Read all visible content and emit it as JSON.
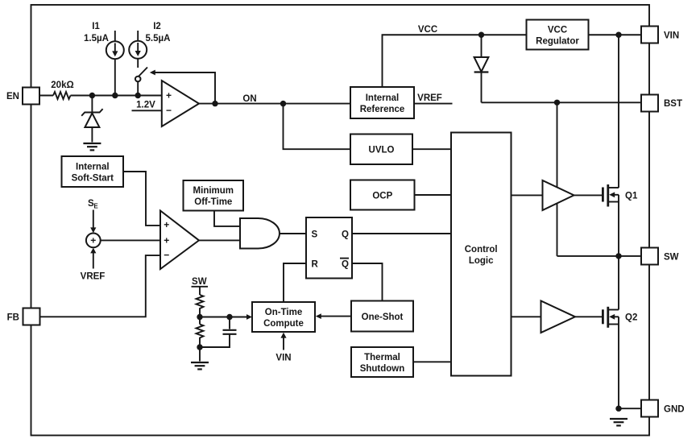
{
  "figure_type": "functional-block-diagram",
  "subject": "switching regulator IC internal block diagram",
  "colors": {
    "ink": "#161616",
    "background": "#ffffff"
  },
  "pins": {
    "en": {
      "label": "EN"
    },
    "fb": {
      "label": "FB"
    },
    "vin": {
      "label": "VIN"
    },
    "bst": {
      "label": "BST"
    },
    "sw": {
      "label": "SW"
    },
    "gnd": {
      "label": "GND"
    }
  },
  "blocks": {
    "vcc_regulator": {
      "line1": "VCC",
      "line2": "Regulator"
    },
    "internal_reference": {
      "line1": "Internal",
      "line2": "Reference"
    },
    "uvlo": {
      "line1": "UVLO"
    },
    "ocp": {
      "line1": "OCP"
    },
    "control_logic": {
      "line1": "Control",
      "line2": "Logic"
    },
    "internal_soft_start": {
      "line1": "Internal",
      "line2": "Soft-Start"
    },
    "minimum_off_time": {
      "line1": "Minimum",
      "line2": "Off-Time"
    },
    "on_time_compute": {
      "line1": "On-Time",
      "line2": "Compute"
    },
    "one_shot": {
      "line1": "One-Shot"
    },
    "thermal_shutdown": {
      "line1": "Thermal",
      "line2": "Shutdown"
    }
  },
  "latch": {
    "s": "S",
    "r": "R",
    "q": "Q",
    "q_bar_base": "Q"
  },
  "labels": {
    "i1": "I1",
    "i1_value": "1.5µA",
    "i2": "I2",
    "i2_value": "5.5µA",
    "en_resistor": "20kΩ",
    "en_threshold": "1.2V",
    "on": "ON",
    "vcc": "VCC",
    "vref_out": "VREF",
    "vref_in": "VREF",
    "soft_start_ramp_base": "S",
    "soft_start_ramp_sub": "E",
    "sw_node": "SW",
    "vin_node": "VIN",
    "q1": "Q1",
    "q2": "Q2"
  },
  "signs": {
    "plus": "+",
    "minus": "−"
  }
}
